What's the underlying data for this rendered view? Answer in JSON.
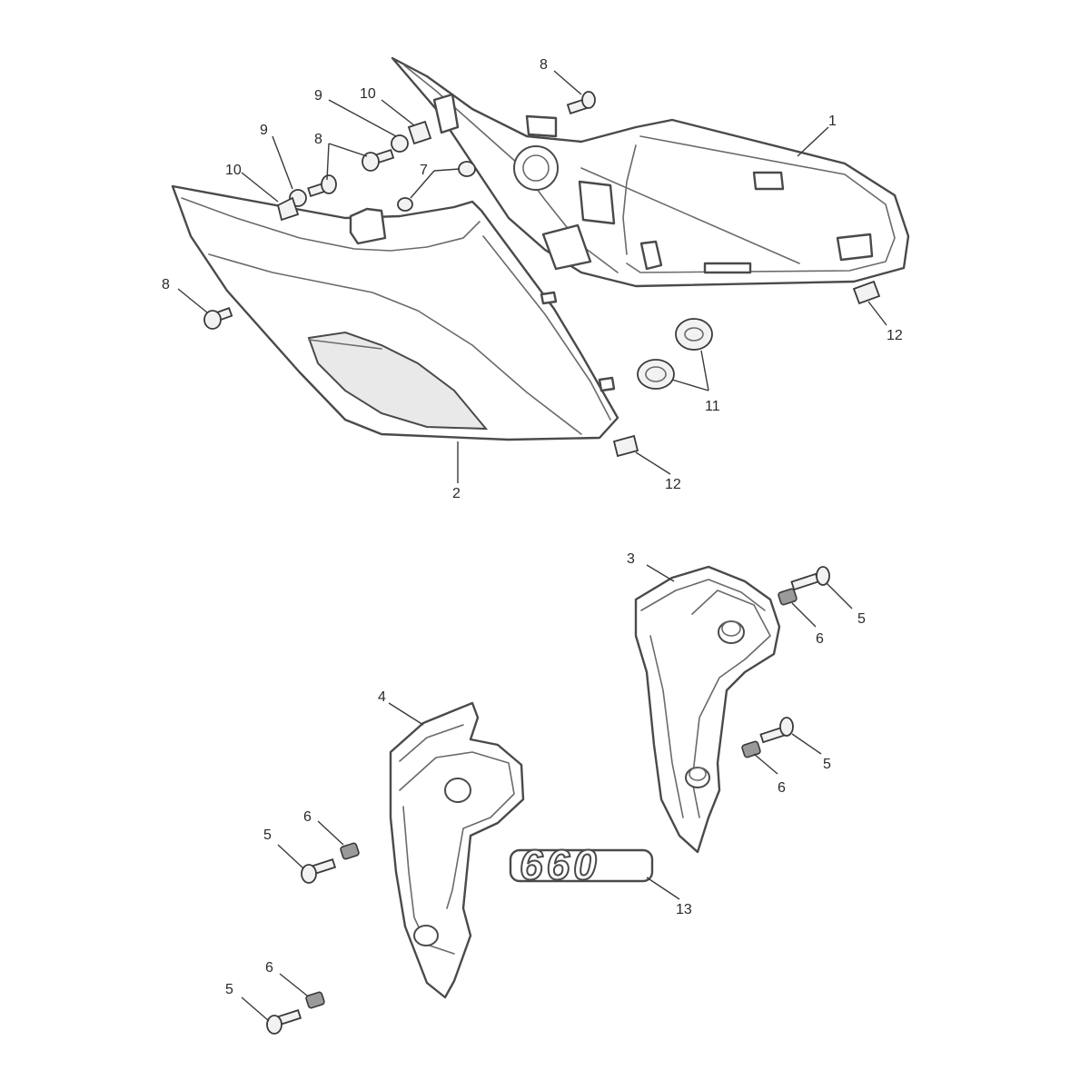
{
  "callouts": {
    "c1": "1",
    "c2": "2",
    "c3": "3",
    "c4": "4",
    "c5a": "5",
    "c5b": "5",
    "c5c": "5",
    "c5d": "5",
    "c6a": "6",
    "c6b": "6",
    "c6c": "6",
    "c6d": "6",
    "c7": "7",
    "c8a": "8",
    "c8b": "8",
    "c8c": "8",
    "c9a": "9",
    "c9b": "9",
    "c10a": "10",
    "c10b": "10",
    "c11": "11",
    "c12a": "12",
    "c12b": "12",
    "c13": "13"
  },
  "decal": {
    "text": "660"
  },
  "colors": {
    "line": "#4a4a4a",
    "fill": "#ffffff",
    "shade": "#e9e9e9"
  }
}
